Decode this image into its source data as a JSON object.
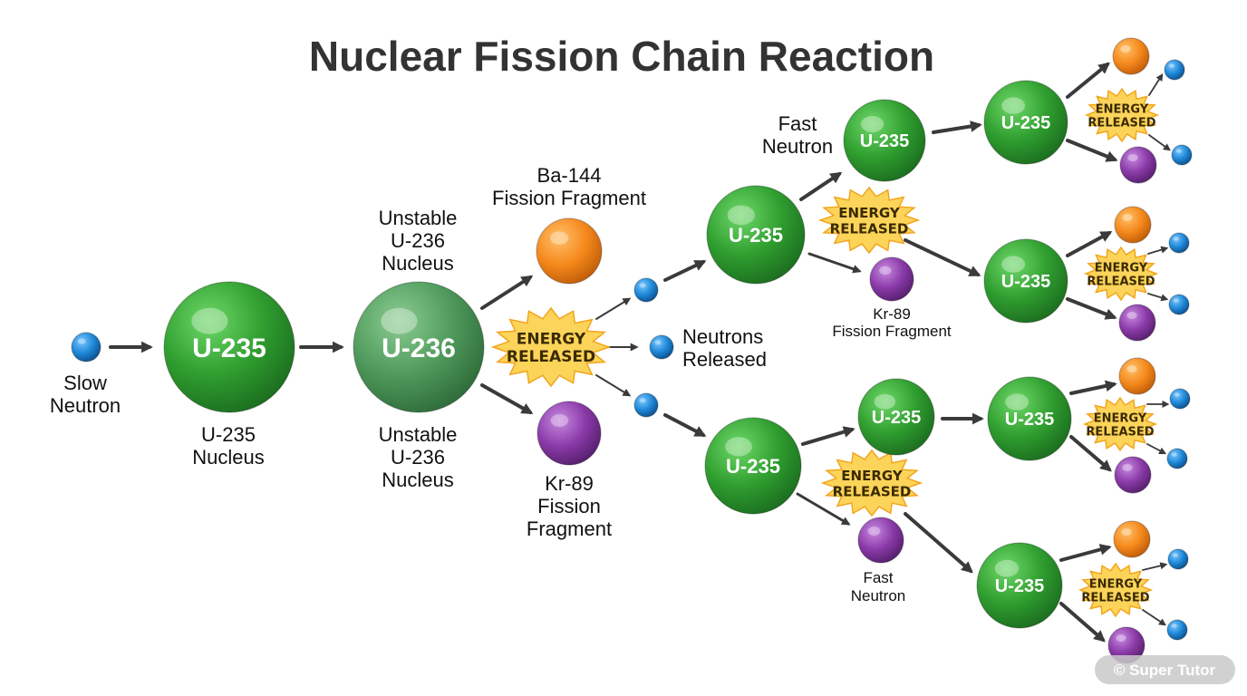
{
  "title": "Nuclear Fission Chain Reaction",
  "labels": {
    "slow_neutron": [
      "Slow",
      "Neutron"
    ],
    "u235_nucleus": [
      "U-235",
      "Nucleus"
    ],
    "unstable_top": [
      "Unstable",
      "U-236",
      "Nucleus"
    ],
    "unstable_bottom": [
      "Unstable",
      "U-236",
      "Nucleus"
    ],
    "ba144": [
      "Ba-144",
      "Fission Fragment"
    ],
    "kr89": [
      "Kr-89",
      "Fission",
      "Fragment"
    ],
    "neutrons_released": [
      "Neutrons",
      "Released"
    ],
    "fast_neutron_top": [
      "Fast",
      "Neutron"
    ],
    "kr89_small": [
      "Kr-89",
      "Fission Fragment"
    ],
    "fast_neutron_bottom": [
      "Fast",
      "Neutron"
    ]
  },
  "nuclei": {
    "u235": "U-235",
    "u236": "U-236"
  },
  "energy_text": [
    "ENERGY",
    "RELEASED"
  ],
  "watermark": "© Super Tutor",
  "colors": {
    "u235_green": "#2f9e2f",
    "u236_green": "#4f9a5c",
    "neutron_blue": "#1e88d8",
    "fragment_orange": "#f5891c",
    "fragment_purple": "#8a3aa8",
    "energy_yellow": "#fcd45a",
    "arrow": "#3a3a3a",
    "title": "#333333"
  }
}
